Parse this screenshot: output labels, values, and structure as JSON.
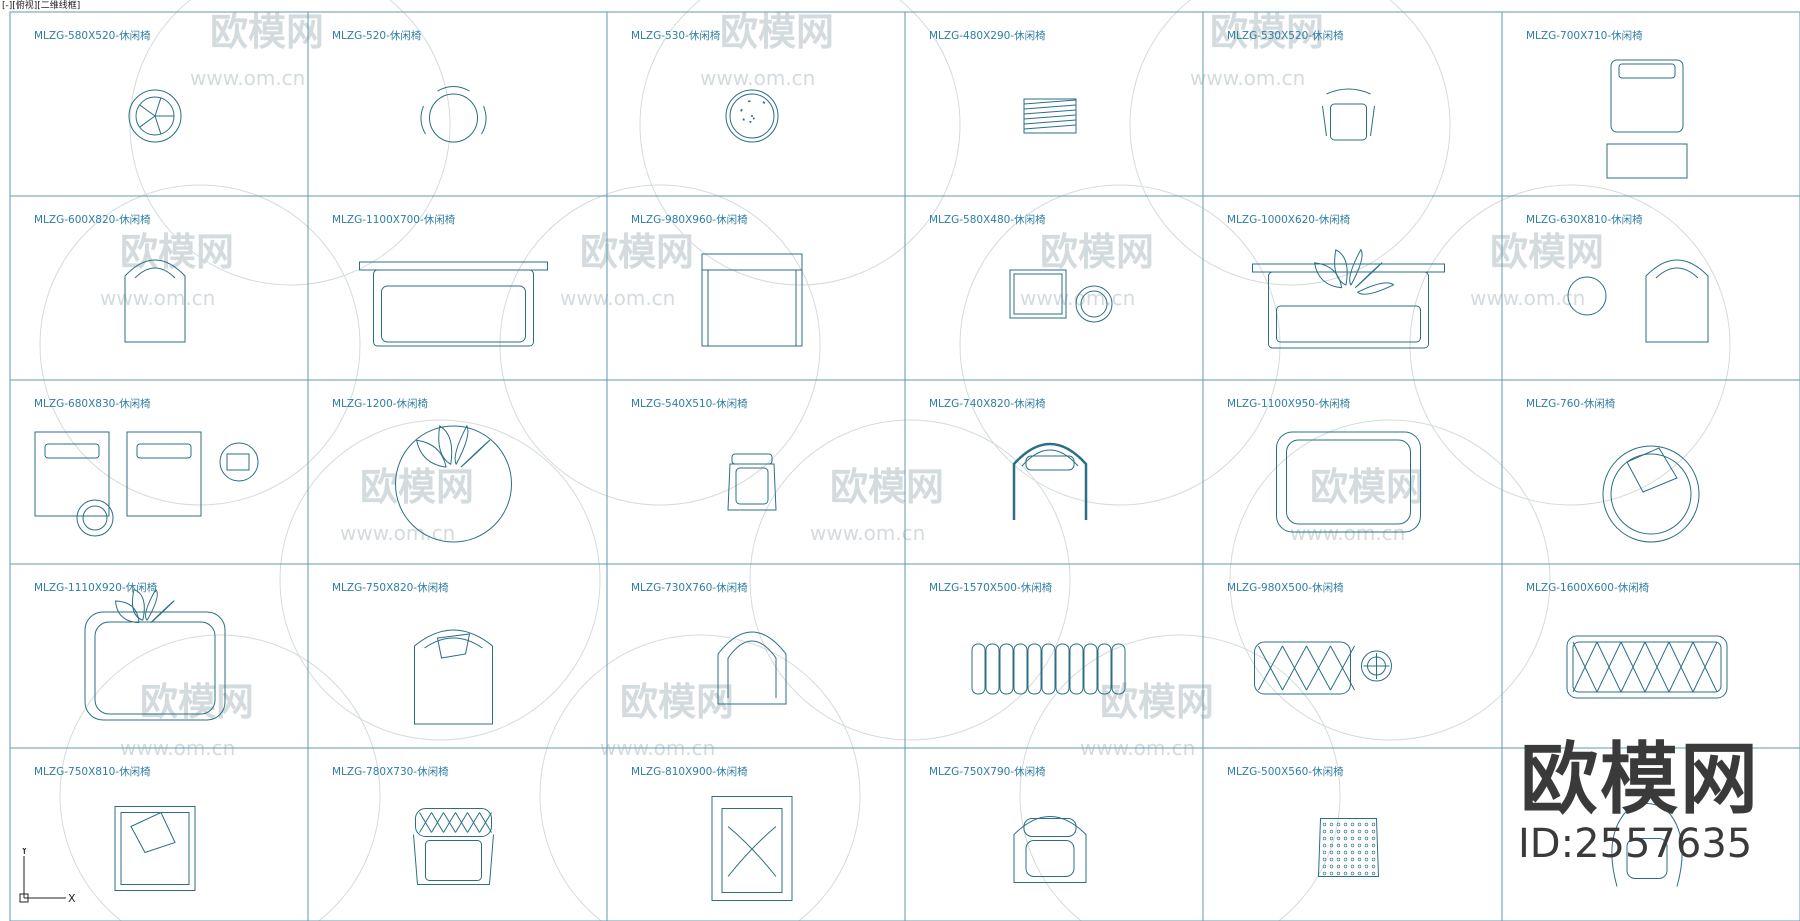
{
  "viewport_label": "[-][俯视][二维线框]",
  "colors": {
    "line": "#2a6f86",
    "grid": "#5d9bb0",
    "label": "#2f7ea3",
    "watermark": "#d4dbde",
    "logo": "#3a3a3a"
  },
  "grid": {
    "columns": 6,
    "rows": 5
  },
  "cells": [
    {
      "label": "MLZG-580X520-休闲椅",
      "icon": "round-chair-cushion-icon"
    },
    {
      "label": "MLZG-520-休闲椅",
      "icon": "round-chair-icon"
    },
    {
      "label": "MLZG-530-休闲椅",
      "icon": "round-patterned-chair-icon"
    },
    {
      "label": "MLZG-480X290-休闲椅",
      "icon": "slatted-stool-icon"
    },
    {
      "label": "MLZG-530X520-休闲椅",
      "icon": "armchair-small-icon"
    },
    {
      "label": "MLZG-700X710-休闲椅",
      "icon": "armchair-with-ottoman-icon"
    },
    {
      "label": "MLZG-600X820-休闲椅",
      "icon": "tub-chair-icon"
    },
    {
      "label": "MLZG-1100X700-休闲椅",
      "icon": "loveseat-icon"
    },
    {
      "label": "MLZG-980X960-休闲椅",
      "icon": "square-chair-icon"
    },
    {
      "label": "MLZG-580X480-休闲椅",
      "icon": "chair-with-side-table-icon"
    },
    {
      "label": "MLZG-1000X620-休闲椅",
      "icon": "sofa-with-pillows-icon"
    },
    {
      "label": "MLZG-630X810-休闲椅",
      "icon": "chair-with-round-table-icon"
    },
    {
      "label": "MLZG-680X830-休闲椅",
      "icon": "chair-pair-with-table-icon"
    },
    {
      "label": "MLZG-1200-休闲椅",
      "icon": "round-daybed-icon"
    },
    {
      "label": "MLZG-540X510-休闲椅",
      "icon": "small-chair-icon"
    },
    {
      "label": "MLZG-740X820-休闲椅",
      "icon": "barrel-chair-icon"
    },
    {
      "label": "MLZG-1100X950-休闲椅",
      "icon": "wide-chair-icon"
    },
    {
      "label": "MLZG-760-休闲椅",
      "icon": "round-chair-pillow-icon"
    },
    {
      "label": "MLZG-1110X920-休闲椅",
      "icon": "lounge-chair-pillows-icon"
    },
    {
      "label": "MLZG-750X820-休闲椅",
      "icon": "shell-chair-pillow-icon"
    },
    {
      "label": "MLZG-730X760-休闲椅",
      "icon": "arched-chair-icon"
    },
    {
      "label": "MLZG-1570X500-休闲椅",
      "icon": "ribbed-bench-icon"
    },
    {
      "label": "MLZG-980X500-休闲椅",
      "icon": "tufted-bench-with-stool-icon"
    },
    {
      "label": "MLZG-1600X600-休闲椅",
      "icon": "tufted-bench-icon"
    },
    {
      "label": "MLZG-750X810-休闲椅",
      "icon": "box-chair-pillow-icon"
    },
    {
      "label": "MLZG-780X730-休闲椅",
      "icon": "tufted-armchair-icon"
    },
    {
      "label": "MLZG-810X900-休闲椅",
      "icon": "cushioned-armchair-icon"
    },
    {
      "label": "MLZG-750X790-休闲椅",
      "icon": "rounded-armchair-icon"
    },
    {
      "label": "MLZG-500X560-休闲椅",
      "icon": "dotted-stool-icon"
    },
    {
      "label": "",
      "icon": "carved-chair-icon"
    }
  ],
  "watermark": {
    "logo_text": "欧模网",
    "id_text": "ID:2557635",
    "tile_text": "欧模网",
    "tile_url": "www.om.cn"
  },
  "ucs": {
    "x_label": "X",
    "y_label": "Y"
  }
}
